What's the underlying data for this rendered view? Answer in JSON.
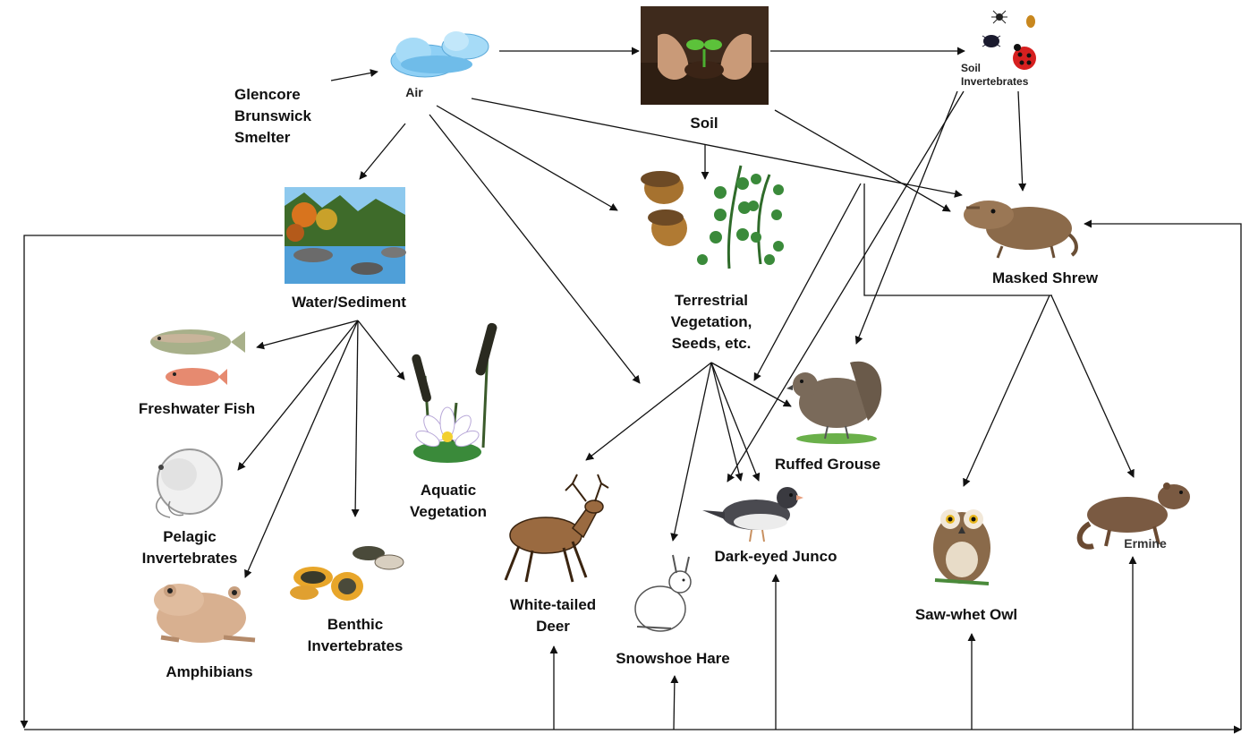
{
  "nodes": {
    "air": "Air",
    "source": "Glencore\nBrunswick\nSmelter",
    "soil": "Soil",
    "soil_invertebrates": "Soil\nInvertebrates",
    "water_sediment": "Water/Sediment",
    "terrestrial_vegetation": "Terrestrial\nVegetation,\nSeeds, etc.",
    "masked_shrew": "Masked Shrew",
    "freshwater_fish": "Freshwater Fish",
    "pelagic_invertebrates": "Pelagic\nInvertebrates",
    "amphibians": "Amphibians",
    "benthic_invertebrates": "Benthic\nInvertebrates",
    "aquatic_vegetation": "Aquatic\nVegetation",
    "white_tailed_deer": "White-tailed\nDeer",
    "snowshoe_hare": "Snowshoe Hare",
    "dark_eyed_junco": "Dark-eyed Junco",
    "ruffed_grouse": "Ruffed Grouse",
    "saw_whet_owl": "Saw-whet Owl",
    "ermine": "Ermine"
  },
  "edges": [
    [
      "Glencore Brunswick Smelter",
      "Air"
    ],
    [
      "Air",
      "Soil"
    ],
    [
      "Soil",
      "Soil Invertebrates"
    ],
    [
      "Air",
      "Water/Sediment"
    ],
    [
      "Air",
      "Terrestrial Vegetation, Seeds, etc."
    ],
    [
      "Air",
      "White-tailed Deer"
    ],
    [
      "Air",
      "Masked Shrew"
    ],
    [
      "Soil",
      "Terrestrial Vegetation, Seeds, etc."
    ],
    [
      "Soil",
      "Masked Shrew"
    ],
    [
      "Soil Invertebrates",
      "Masked Shrew"
    ],
    [
      "Soil Invertebrates",
      "Ruffed Grouse"
    ],
    [
      "Soil Invertebrates",
      "Dark-eyed Junco"
    ],
    [
      "Terrestrial Vegetation, Seeds, etc.",
      "Ruffed Grouse"
    ],
    [
      "Terrestrial Vegetation, Seeds, etc.",
      "Masked Shrew"
    ],
    [
      "Water/Sediment",
      "Freshwater Fish"
    ],
    [
      "Water/Sediment",
      "Pelagic Invertebrates"
    ],
    [
      "Water/Sediment",
      "Amphibians"
    ],
    [
      "Water/Sediment",
      "Benthic Invertebrates"
    ],
    [
      "Water/Sediment",
      "Aquatic Vegetation"
    ],
    [
      "Water/Sediment",
      "White-tailed Deer"
    ],
    [
      "Water/Sediment",
      "Snowshoe Hare"
    ],
    [
      "Water/Sediment",
      "Dark-eyed Junco"
    ],
    [
      "Water/Sediment",
      "Saw-whet Owl"
    ],
    [
      "Water/Sediment",
      "Ermine"
    ],
    [
      "Water/Sediment",
      "Masked Shrew"
    ],
    [
      "Terrestrial Vegetation, Seeds, etc.",
      "White-tailed Deer"
    ],
    [
      "Terrestrial Vegetation, Seeds, etc.",
      "Snowshoe Hare"
    ],
    [
      "Terrestrial Vegetation, Seeds, etc.",
      "Dark-eyed Junco"
    ],
    [
      "Masked Shrew",
      "Saw-whet Owl"
    ],
    [
      "Masked Shrew",
      "Ermine"
    ]
  ],
  "colors": {
    "line": "#111111",
    "cloud": "#7cc4ee",
    "soil": "#4a2f1f",
    "water": "#4f9fd8",
    "plant": "#3a8a3a",
    "animal_brown": "#8b6a4a",
    "ladybug": "#d62020"
  }
}
